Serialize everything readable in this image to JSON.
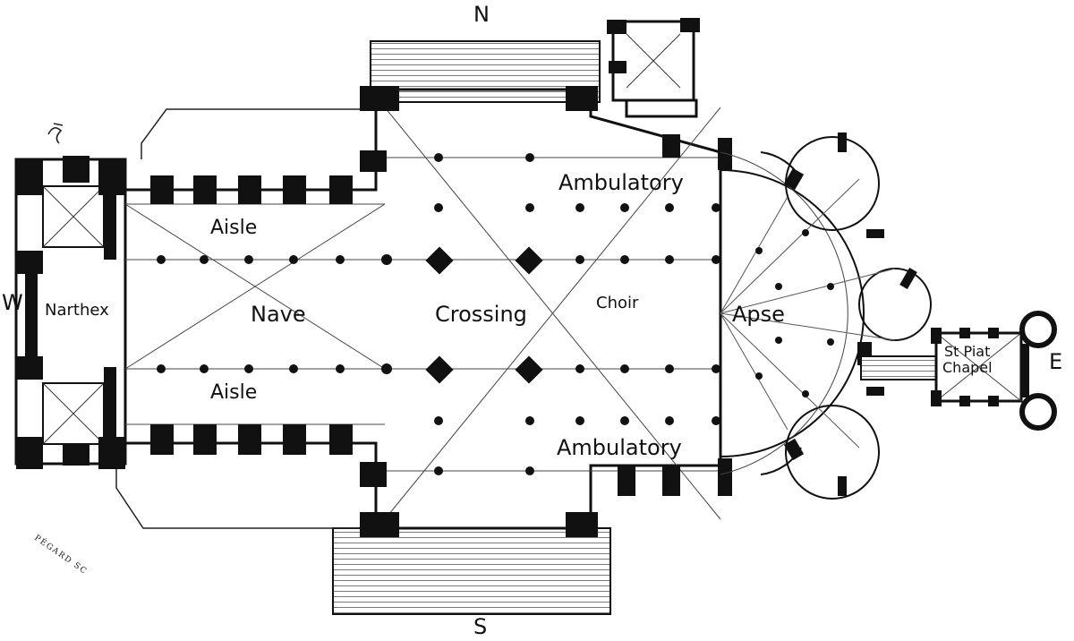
{
  "compass": {
    "north": "N",
    "south": "S",
    "west": "W",
    "east": "E"
  },
  "labels": {
    "narthex": "Narthex",
    "aisle_north": "Aisle",
    "aisle_south": "Aisle",
    "nave": "Nave",
    "crossing": "Crossing",
    "choir": "Choir",
    "apse": "Apse",
    "ambulatory_north": "Ambulatory",
    "ambulatory_south": "Ambulatory",
    "chapel_line1": "St Piat",
    "chapel_line2": "Chapel"
  },
  "engraver_signature": "PÉGARD SC",
  "colors": {
    "ink": "#111111",
    "paper": "#ffffff",
    "hatch": "#555555"
  }
}
